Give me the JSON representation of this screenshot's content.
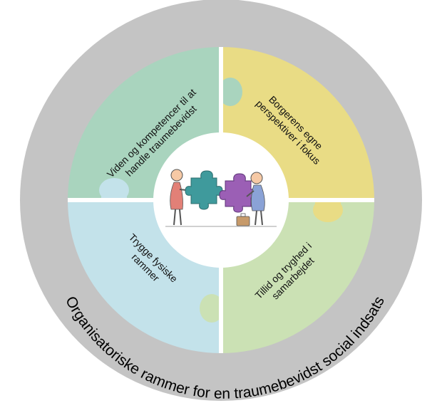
{
  "outer_ring": {
    "label": "Organisatoriske rammer for en traumebevidst social indsats",
    "color": "#c4c4c4"
  },
  "quadrants": {
    "top_left": {
      "lines": [
        "Viden og kompetencer til at",
        "handle traumebevidst"
      ],
      "color": "#a9d4be"
    },
    "top_right": {
      "lines": [
        "Borgerens egne",
        "perspektiver i fokus"
      ],
      "color": "#e9dc85"
    },
    "bottom_left": {
      "lines": [
        "Trygge fysiske",
        "rammer"
      ],
      "color": "#c3e2ea"
    },
    "bottom_right": {
      "lines": [
        "Tillid og tryghed i",
        "samarbejdet"
      ],
      "color": "#cbe1b4"
    }
  },
  "center": {
    "illustration": "two-people-joining-puzzle-pieces-icon",
    "piece_left_color": "#3f9a9c",
    "piece_right_color": "#9b5fb5"
  }
}
